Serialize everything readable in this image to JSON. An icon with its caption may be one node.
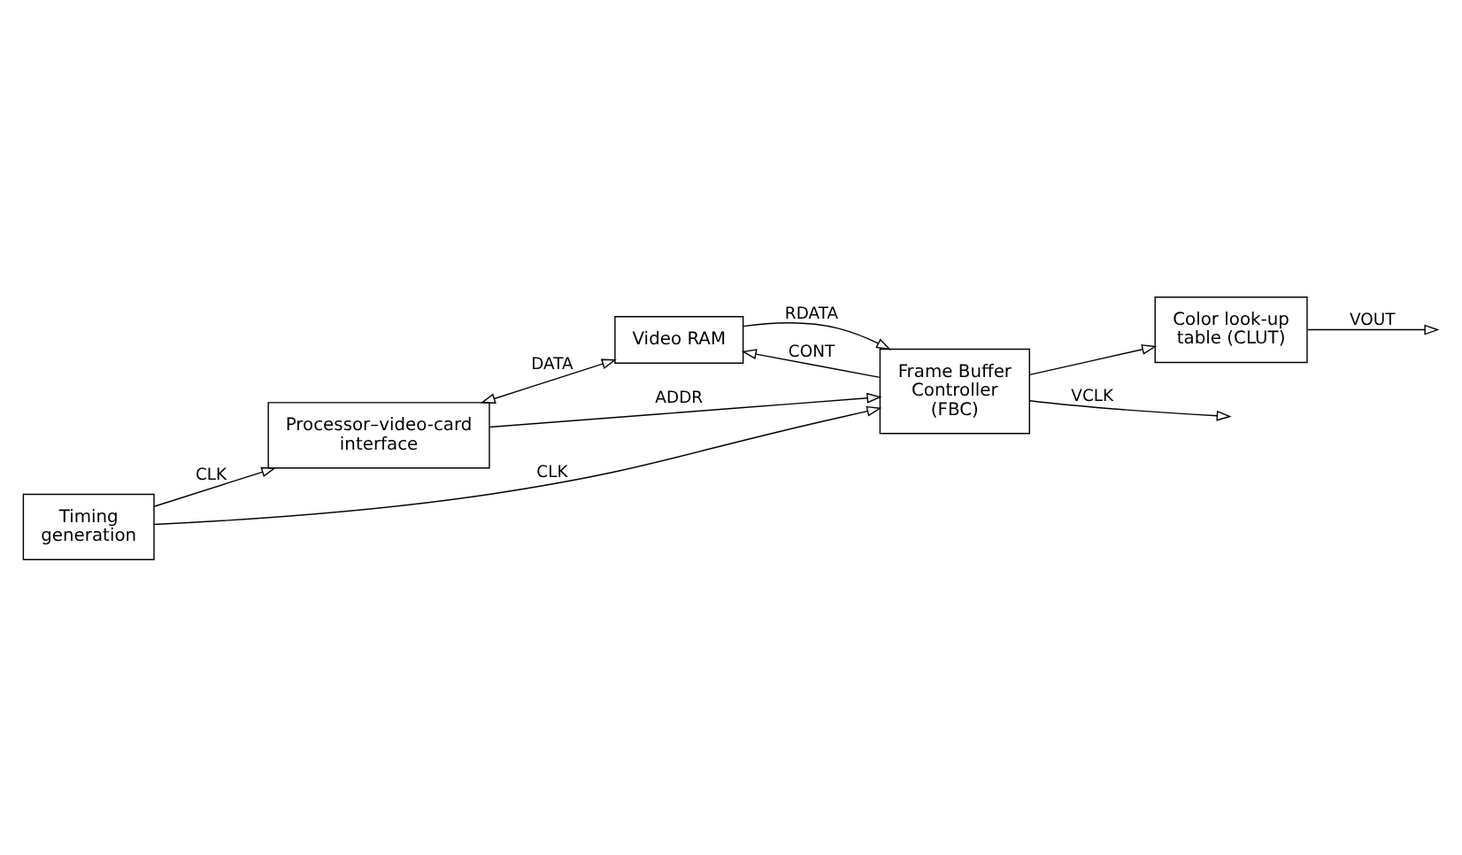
{
  "diagram": {
    "nodes": [
      {
        "text": [
          "Processor–video-card interface"
        ]
      },
      {
        "text": [
          "Video RAM"
        ]
      },
      {
        "text": [
          "Frame Buffer Controller (FBC)"
        ]
      },
      {
        "text": [
          "Timing generation"
        ]
      },
      {
        "text": [
          "Color look-up table (CLUT)"
        ]
      }
    ],
    "edges": [
      {
        "from": 0,
        "to": 1,
        "arrow": "both",
        "label": "DATA"
      },
      {
        "from": 0,
        "to": 2,
        "arrow": "to",
        "label": "ADDR"
      },
      {
        "from": 1,
        "to": 2,
        "arrow": "to",
        "label": "RDATA"
      },
      {
        "from": 3,
        "to": 0,
        "arrow": "to",
        "label": "CLK"
      },
      {
        "from": 3,
        "to": 2,
        "arrow": "to",
        "label": "CLK"
      },
      {
        "from": 2,
        "to": 1,
        "arrow": "to",
        "label": "CONT"
      },
      {
        "from": 2,
        "to": null,
        "arrow": "to",
        "label": "VCLK"
      },
      {
        "from": 2,
        "to": 4,
        "arrow": "to"
      },
      {
        "from": 4,
        "to": null,
        "arrow": "to",
        "label": "VOUT"
      }
    ]
  }
}
